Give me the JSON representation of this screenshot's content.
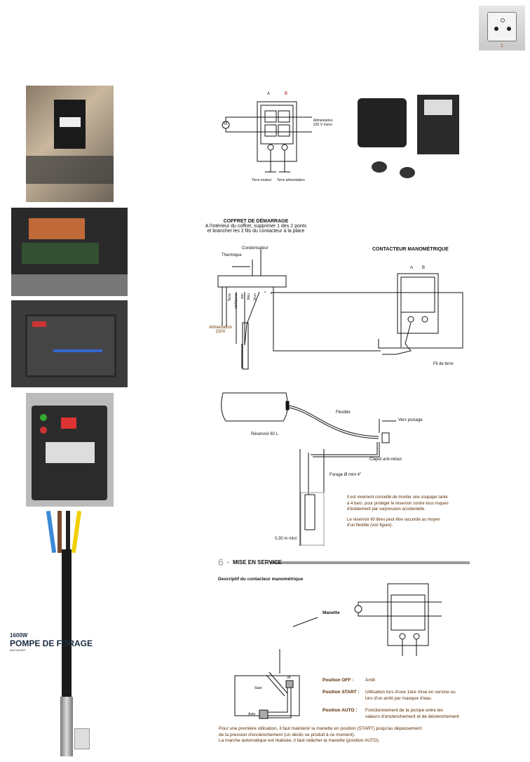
{
  "outlet_badge": {
    "number": "1"
  },
  "product": {
    "power": "1600W",
    "name": "POMPE DE FORAGE",
    "model": "MAC1600PF"
  },
  "diagram1": {
    "label_a": "A",
    "label_b": "B",
    "motor": "M",
    "supply": "Alimentation",
    "supply2": "220 V mono",
    "earth_motor": "Terre moteur",
    "earth_supply": "Terre alimentation"
  },
  "coffret": {
    "title": "COFFRET DE DÉMARRAGE",
    "line1": "A l'intérieur du coffret, supprimer 1 des 2 ponts",
    "line2": "et brancher les 2 fils du contacteur à la place",
    "condensateur": "Condensateur",
    "thermique": "Thermique",
    "wires": [
      "Terre",
      "vert/jaune",
      "noir",
      "bleu",
      "brun"
    ],
    "a": "a",
    "b": "b",
    "supply": "Alimentation",
    "supply2": "220V",
    "contactor_title": "CONTACTEUR MANOMÉTRIQUE",
    "label_a": "A",
    "label_b": "B",
    "earth_wire": "Fil de terre"
  },
  "install": {
    "flexible": "Flexible",
    "tank": "Réservoir 60 L",
    "outlet": "Vers puisage",
    "valve": "Clapet anti-retour",
    "bore": "Forage Ø mini 4\"",
    "min_depth": "0,30 m mini",
    "note1": [
      "Il est vivement conseillé de monter une soupape tarée",
      "à 4 bars. pour protéger le réservoir contre tous risques",
      "d'éclatement par surpression accidentelle."
    ],
    "note2": [
      "Le réservoir 60 litres peut être raccordé au moyen",
      "d'un flexible (voir figure)."
    ]
  },
  "section6": {
    "number": "6",
    "title": "MISE EN SERVICE",
    "subtitle": "Descriptif du contacteur manométrique",
    "handle": "Manette",
    "pos_start": "Start",
    "pos_off": "off",
    "pos_auto": "Auto",
    "positions": [
      {
        "label": "Position OFF :",
        "desc": [
          "Arrêt"
        ]
      },
      {
        "label": "Position START :",
        "desc": [
          "Utilisation lors d'une 1ère mise en service ou",
          "lors d'un arrêt par manque d'eau."
        ]
      },
      {
        "label": "Position AUTO :",
        "desc": [
          "Fonctionnement de la pompe entre les",
          "valeurs d'enclenchement et de déclenchement"
        ]
      }
    ],
    "footer": [
      "Pour une première utilisation, il faut maintenir la manette en position (START) jusqu'au dépassement",
      "de la pression d'enclenchement (un déclic se produit à ce moment).",
      "La marche automatique est réalisée, il faut relâcher la manette (position AUTO)."
    ]
  }
}
